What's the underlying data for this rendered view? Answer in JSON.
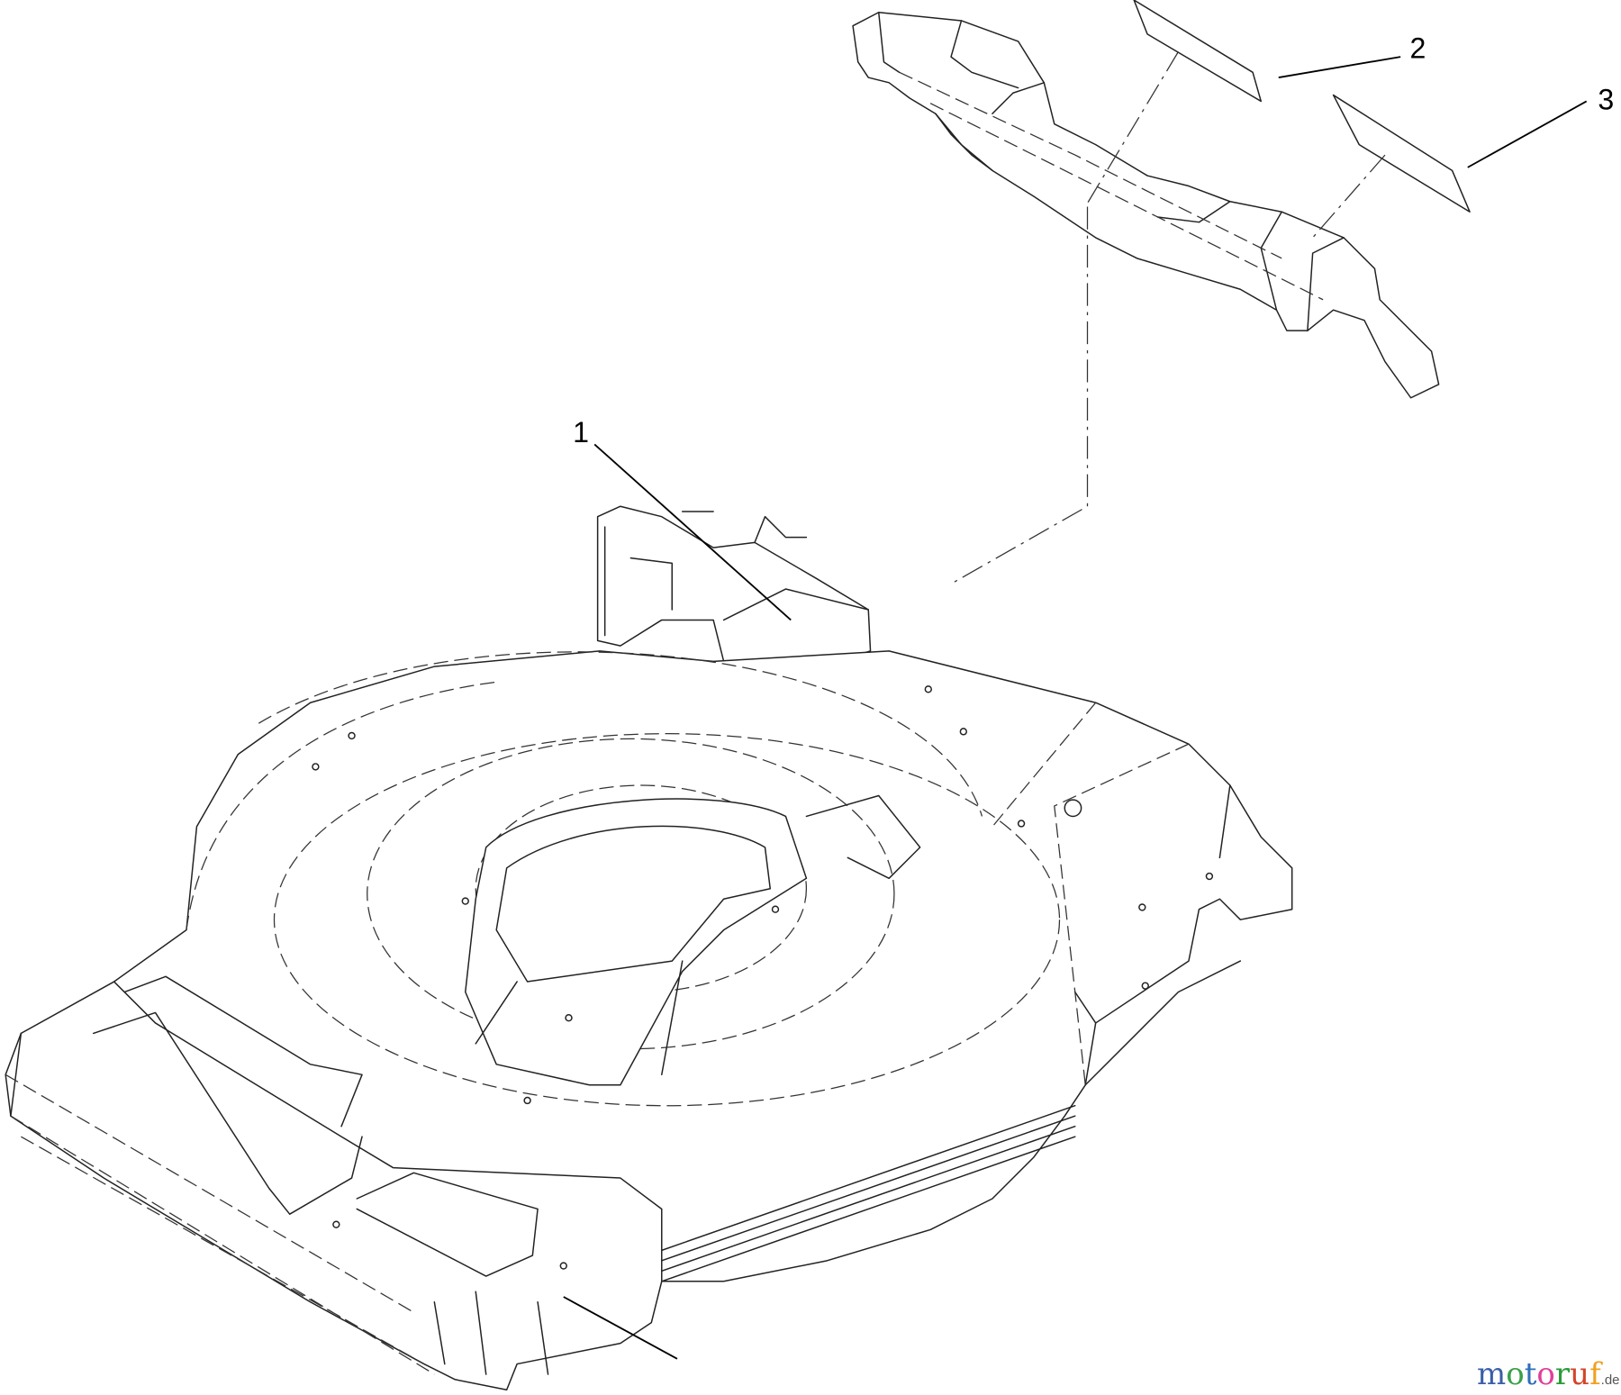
{
  "diagram": {
    "callouts": [
      {
        "number": "1",
        "part": "deck-chute-guard"
      },
      {
        "number": "2",
        "part": "decal"
      },
      {
        "number": "3",
        "part": "decal"
      }
    ]
  },
  "watermark": {
    "text": "motoruf",
    "suffix": ".de",
    "letters": [
      "m",
      "o",
      "t",
      "o",
      "r",
      "u",
      "f"
    ],
    "colors": [
      "#3b5fa8",
      "#3aa04a",
      "#2f6fb8",
      "#e0409a",
      "#2a9a3a",
      "#d2452a",
      "#f0a020"
    ]
  }
}
